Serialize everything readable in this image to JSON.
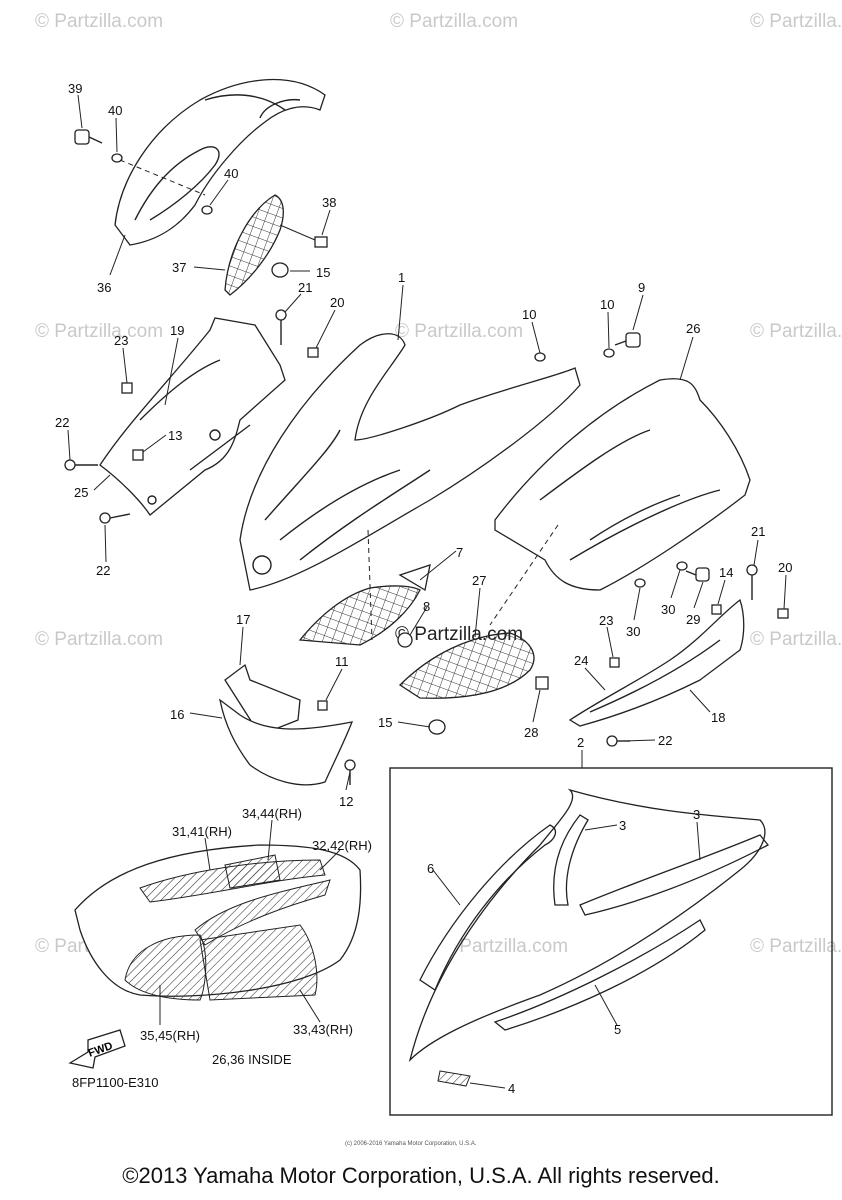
{
  "watermarks": [
    "© Partzilla.com"
  ],
  "center_watermark": "© Partzilla.com",
  "callouts": [
    "39",
    "40",
    "40",
    "38",
    "37",
    "15",
    "36",
    "21",
    "20",
    "1",
    "10",
    "10",
    "9",
    "26",
    "23",
    "19",
    "22",
    "13",
    "25",
    "22",
    "7",
    "8",
    "27",
    "21",
    "20",
    "14",
    "29",
    "30",
    "30",
    "17",
    "11",
    "16",
    "12",
    "15",
    "28",
    "23",
    "24",
    "18",
    "22",
    "2",
    "3",
    "3",
    "6",
    "5",
    "4",
    "34,44(RH)",
    "31,41(RH)",
    "32,42(RH)",
    "35,45(RH)",
    "33,43(RH)"
  ],
  "fwd_label": "FWD",
  "inside_note": "26,36 INSIDE",
  "diagram_code": "8FP1100-E310",
  "tiny_copyright": "(c) 2006-2016 Yamaha Motor Corporation, U.S.A.",
  "copyright": "©2013 Yamaha Motor Corporation, U.S.A. All rights reserved."
}
